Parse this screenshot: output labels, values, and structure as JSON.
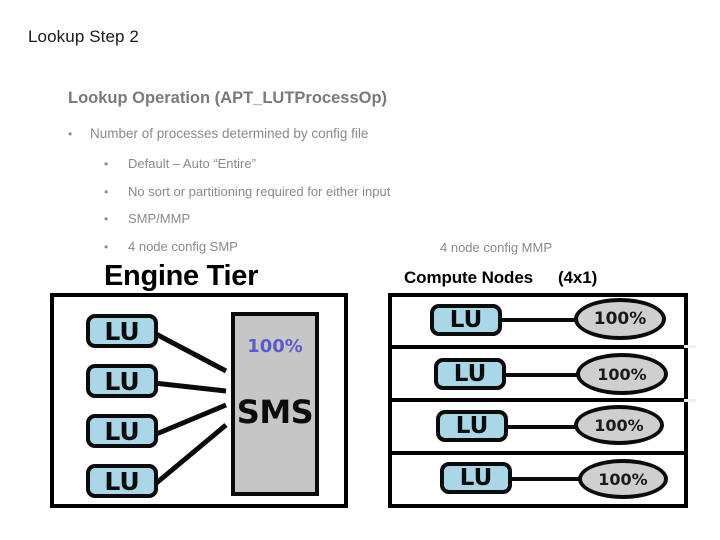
{
  "slide": {
    "title": "Lookup Step 2",
    "section_heading": "Lookup Operation  (APT_LUTProcessOp)",
    "bullet_char": "•",
    "bullets_level1": [
      "Number of processes determined by config file"
    ],
    "bullets_level2": [
      "Default – Auto “Entire”",
      "No sort or partitioning required for either input",
      "SMP/MMP",
      "4 node config SMP"
    ],
    "side_note": "4 node config MMP"
  },
  "diagram_left": {
    "label": "Engine Tier",
    "lu_nodes": [
      {
        "label": "LU"
      },
      {
        "label": "LU"
      },
      {
        "label": "LU"
      },
      {
        "label": "LU"
      }
    ],
    "sms": {
      "percent": "100%",
      "label": "SMS",
      "percent_color": "#5b5bc8",
      "fill_color": "#c6c6c6"
    },
    "node_fill_color": "#a9d7e7",
    "border_color": "#000000"
  },
  "diagram_right": {
    "label": "Compute Nodes",
    "dimension": "(4x1)",
    "rows": [
      {
        "node_label": "LU",
        "percent": "100%"
      },
      {
        "node_label": "LU",
        "percent": "100%"
      },
      {
        "node_label": "LU",
        "percent": "100%"
      },
      {
        "node_label": "LU",
        "percent": "100%"
      }
    ],
    "node_fill_color": "#a9d7e7",
    "percent_fill_color": "#cfcfcf",
    "border_color": "#000000"
  }
}
